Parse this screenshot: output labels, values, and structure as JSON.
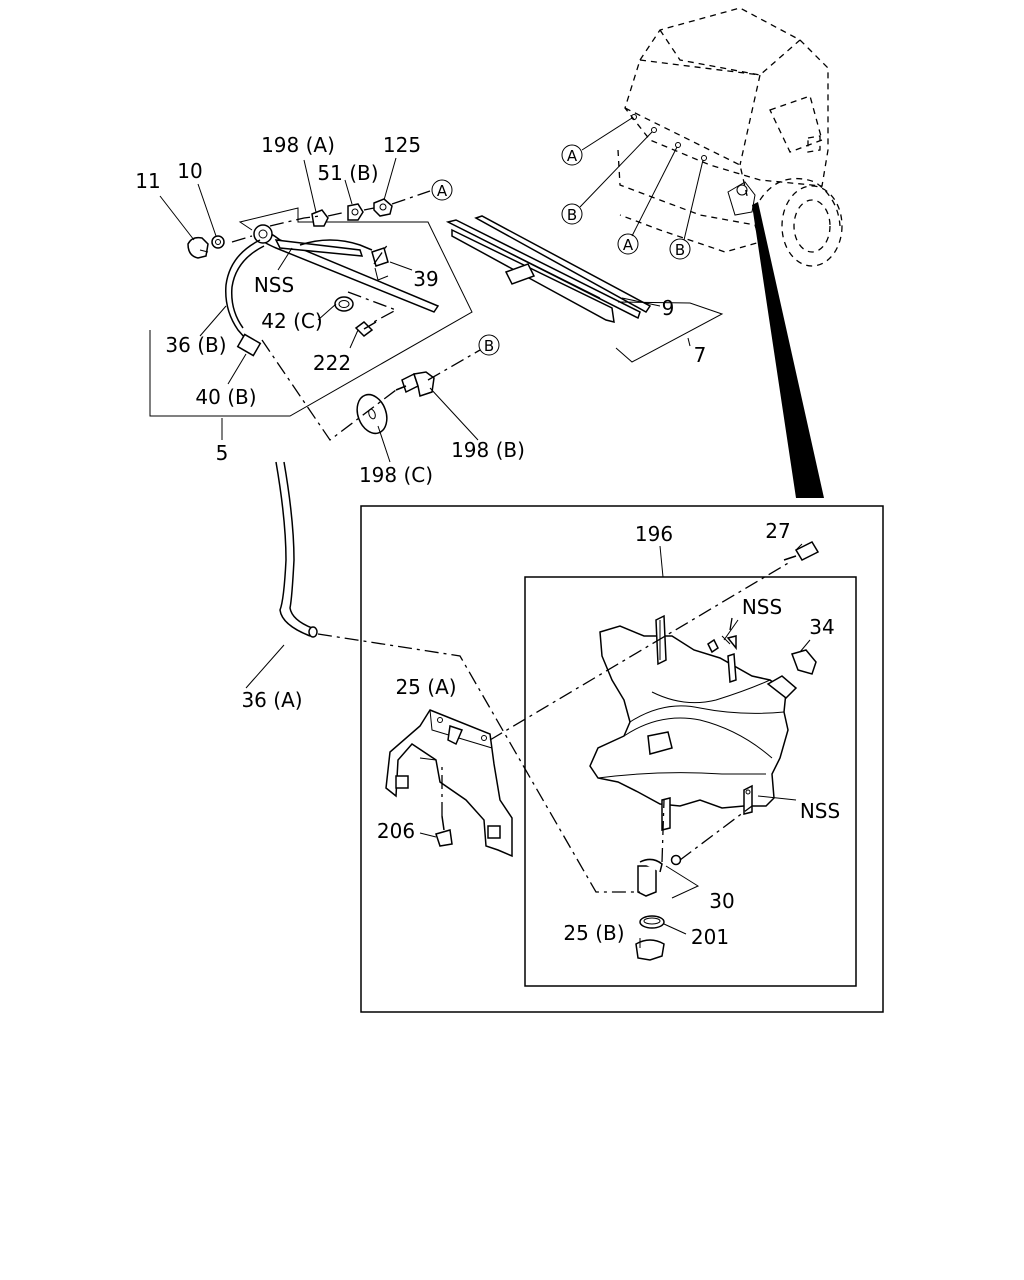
{
  "callouts": {
    "c11": "11",
    "c10": "10",
    "c198a": "198 (A)",
    "c51b": "51 (B)",
    "c125": "125",
    "nss_top": "NSS",
    "c39": "39",
    "c42c": "42 (C)",
    "c36b": "36 (B)",
    "c222": "222",
    "c40b": "40 (B)",
    "c5": "5",
    "c198b": "198 (B)",
    "c198c": "198 (C)",
    "c9": "9",
    "c7": "7",
    "c36a": "36 (A)",
    "c25a": "25 (A)",
    "c206": "206",
    "c196": "196",
    "c27": "27",
    "nss_tank1": "NSS",
    "c34": "34",
    "nss_tank2": "NSS",
    "c30": "30",
    "c25b": "25 (B)",
    "c201": "201"
  },
  "circle_refs": {
    "a": "A",
    "b": "B"
  }
}
